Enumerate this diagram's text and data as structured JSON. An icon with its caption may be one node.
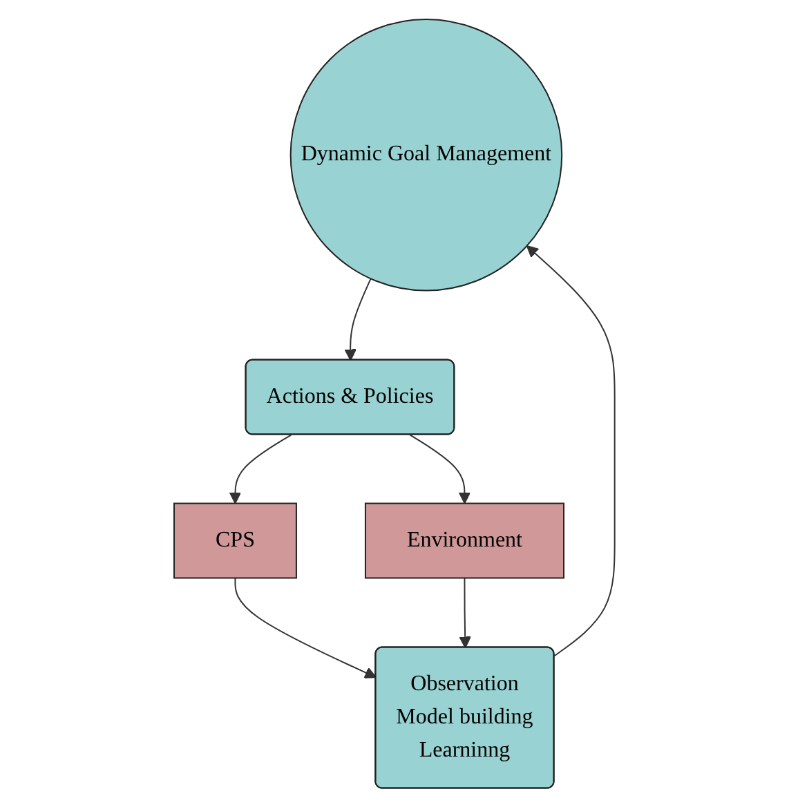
{
  "diagram": {
    "nodes": [
      {
        "text": [
          "Dynamic Goal Management"
        ]
      },
      {
        "text": [
          "Observation",
          "Model building",
          "Learninng"
        ]
      },
      {
        "text": [
          "Actions & Policies"
        ]
      },
      {
        "text": [
          "CPS"
        ]
      },
      {
        "text": [
          "Environment"
        ]
      }
    ],
    "edges": [
      {
        "from": 1,
        "to": 0,
        "arrow": "to"
      },
      {
        "from": 0,
        "to": 2,
        "arrow": "to"
      },
      {
        "from": 2,
        "to": 3,
        "arrow": "to"
      },
      {
        "from": 2,
        "to": 4,
        "arrow": "to"
      },
      {
        "from": 3,
        "to": 1,
        "arrow": "to"
      },
      {
        "from": 4,
        "to": 1,
        "arrow": "to"
      }
    ]
  }
}
